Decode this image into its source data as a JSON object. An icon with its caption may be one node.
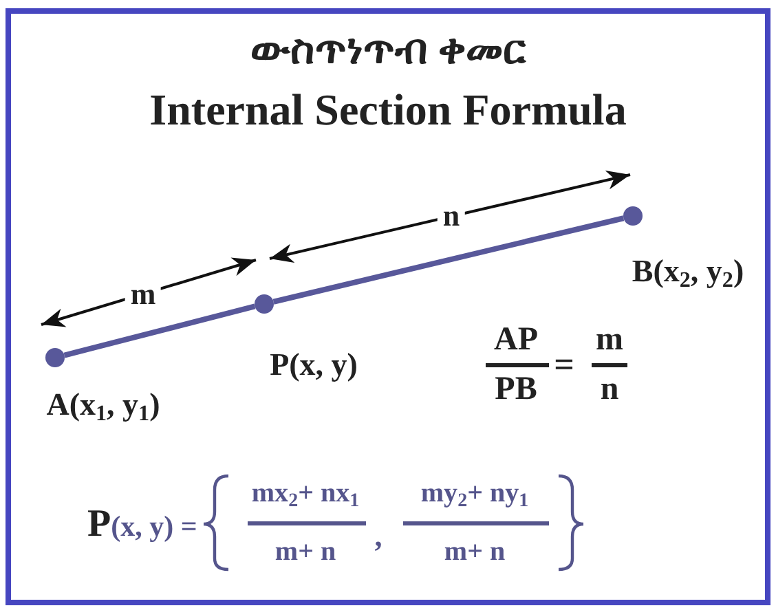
{
  "diagram": {
    "title": "ውስጥነጥብ ቀመር",
    "nodes": [
      {
        "text": [],
        "shape": "circle",
        "beside": [
          "A(x$_{1}$, y$_{1}$)"
        ]
      },
      {
        "text": [],
        "shape": "circle",
        "beside": [
          "P(x, y)"
        ]
      },
      {
        "text": [],
        "shape": "circle",
        "beside": [
          "B(x$_{2}$, y$_{2}$)"
        ]
      }
    ],
    "edges": [
      {
        "from": 0,
        "to": 1,
        "arrow": "none",
        "color": "#58589a"
      },
      {
        "from": 1,
        "to": 2,
        "arrow": "none",
        "color": "#58589a"
      }
    ],
    "labels": [
      "Internal Section Formula",
      "n",
      "m",
      "AP",
      "PB",
      "=",
      "m",
      "n",
      "P",
      "(x, y) =",
      "mx$_{2}$+ nx$_{1}$",
      ",",
      "my$_{2}$+ ny$_{1}$",
      "m+ n",
      "m+ n"
    ]
  }
}
